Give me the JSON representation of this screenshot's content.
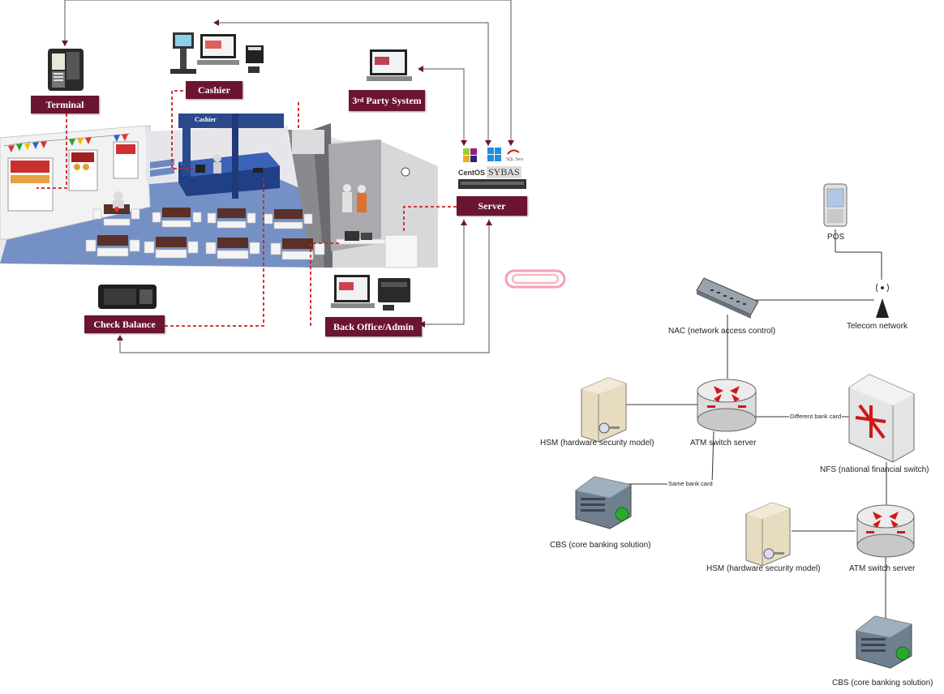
{
  "restaurant": {
    "labels": {
      "terminal": "Terminal",
      "cashier": "Cashier",
      "third_party_sup": "rd",
      "third_party_num": "3",
      "third_party_rest": "Party System",
      "server": "Server",
      "check_balance": "Check Balance",
      "back_office": "Back Office/Admin"
    },
    "counter_sign": "Cashier",
    "server_logos": {
      "centos": "CentOS",
      "sybase": "SYBAS",
      "sqlserver": "SQL Serv"
    }
  },
  "network": {
    "nodes": {
      "pos": "POS",
      "telecom": "Telecom network",
      "nac": "NAC (network access control)",
      "hsm1": "HSM (hardware security model)",
      "atm1": "ATM switch server",
      "nfs": "NFS (national financial switch)",
      "cbs1": "CBS (core banking solution)",
      "hsm2": "HSM (hardware security model)",
      "atm2": "ATM switch server",
      "cbs2": "CBS (core banking solution)"
    },
    "edges": {
      "different_bank": "Different bank card",
      "same_bank": "Same bank card"
    }
  },
  "colors": {
    "maroon": "#6b1530",
    "dash_red": "#d42020",
    "floor_blue": "#7590c4",
    "router_red": "#d01818",
    "clip_pink": "#f4a0b0"
  }
}
